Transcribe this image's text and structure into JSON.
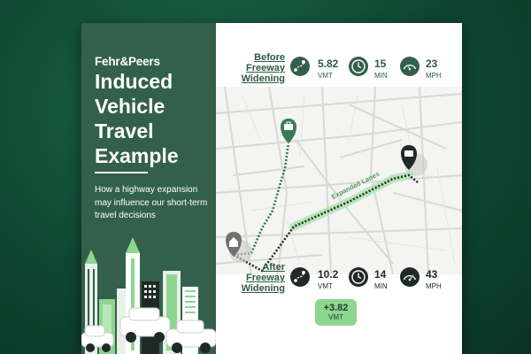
{
  "brand": "Fehr&Peers",
  "title": "Induced Vehicle Travel Example",
  "subtitle": "How a highway expansion may influence our short-term travel decisions",
  "before": {
    "label_lines": [
      "Before",
      "Freeway",
      "Widening"
    ],
    "vmt": {
      "value": "5.82",
      "unit": "VMT",
      "icon": "route-icon"
    },
    "time": {
      "value": "15",
      "unit": "MIN",
      "icon": "clock-icon"
    },
    "speed": {
      "value": "23",
      "unit": "MPH",
      "icon": "speedometer-icon"
    }
  },
  "after": {
    "label_lines": [
      "After",
      "Freeway",
      "Widening"
    ],
    "vmt": {
      "value": "10.2",
      "unit": "VMT",
      "icon": "route-icon"
    },
    "time": {
      "value": "14",
      "unit": "MIN",
      "icon": "clock-icon"
    },
    "speed": {
      "value": "43",
      "unit": "MPH",
      "icon": "speedometer-icon"
    }
  },
  "change": {
    "value": "+3.82",
    "unit": "VMT"
  },
  "map": {
    "road_label": "Expanded Lanes"
  },
  "colors": {
    "brand_green": "#33604a",
    "accent_green": "#8ed68f",
    "dark": "#1f2a26",
    "background": "#0f4733"
  }
}
